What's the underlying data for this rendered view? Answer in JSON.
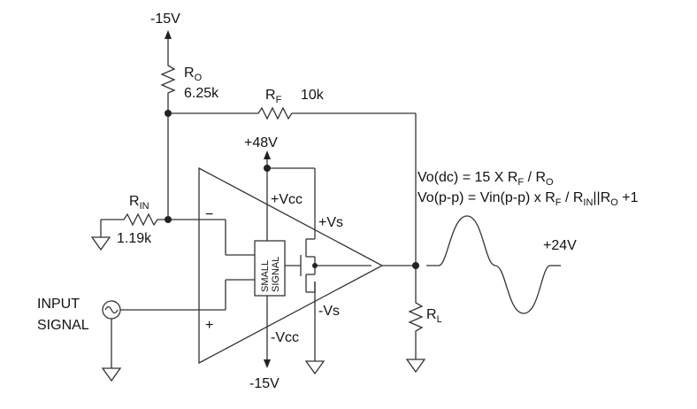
{
  "supply": {
    "top_neg": "-15V",
    "pos48": "+48V",
    "bottom_neg": "-15V"
  },
  "ro": {
    "letter": "R",
    "sub": "O",
    "value": "6.25k"
  },
  "rf": {
    "letter": "R",
    "sub": "F",
    "value": "10k"
  },
  "rin": {
    "letter": "R",
    "sub": "IN",
    "value": "1.19k"
  },
  "rl": {
    "letter": "R",
    "sub": "L"
  },
  "amp": {
    "vcc_pos": "+Vcc",
    "vs_pos": "+Vs",
    "vs_neg": "-Vs",
    "vcc_neg": "-Vcc",
    "minus": "−",
    "plus": "+",
    "block_line1": "SMALL",
    "block_line2": "SIGNAL"
  },
  "input": {
    "line1": "INPUT",
    "line2": "SIGNAL"
  },
  "output_label": "+24V",
  "eq1": {
    "a": "Vo(dc) = 15 X R",
    "b": "F",
    "c": " / R",
    "d": "O"
  },
  "eq2": {
    "a": "Vo(p-p) = Vin(p-p) x R",
    "b": "F",
    "c": " / R",
    "d": "IN",
    "e": "||R",
    "f": "O",
    "g": " +1"
  }
}
